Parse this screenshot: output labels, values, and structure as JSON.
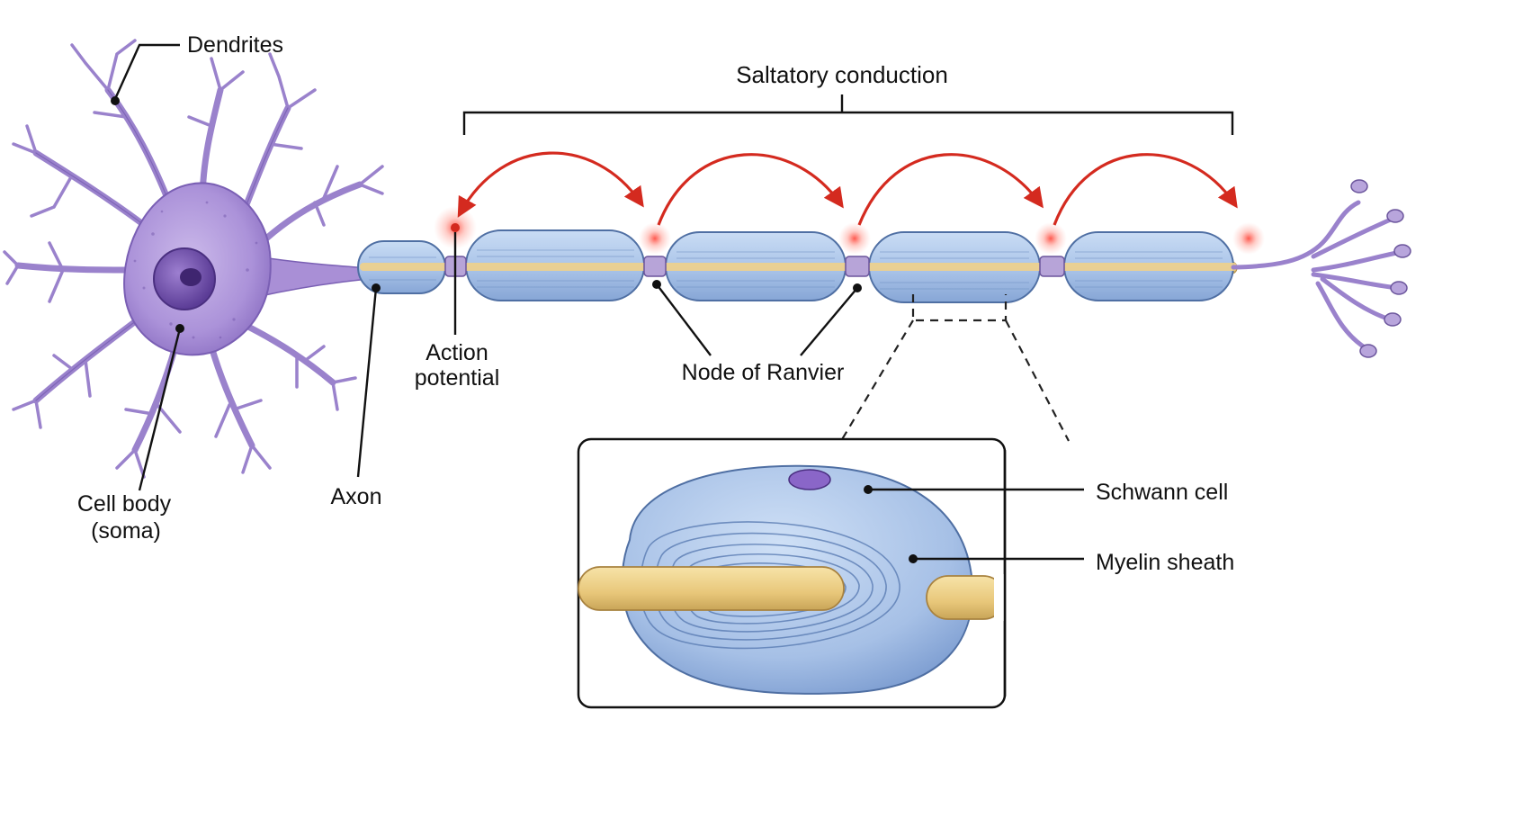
{
  "labels": {
    "dendrites": "Dendrites",
    "saltatory": "Saltatory conduction",
    "action_potential_1": "Action",
    "action_potential_2": "potential",
    "node_of_ranvier": "Node of Ranvier",
    "cell_body_1": "Cell body",
    "cell_body_2": "(soma)",
    "axon": "Axon",
    "schwann_cell": "Schwann cell",
    "myelin_sheath": "Myelin sheath"
  },
  "colors": {
    "neuron": "#a98fd6",
    "myelin": "#a9c3e8",
    "axon_core": "#efd089",
    "signal": "#d42a1f"
  }
}
